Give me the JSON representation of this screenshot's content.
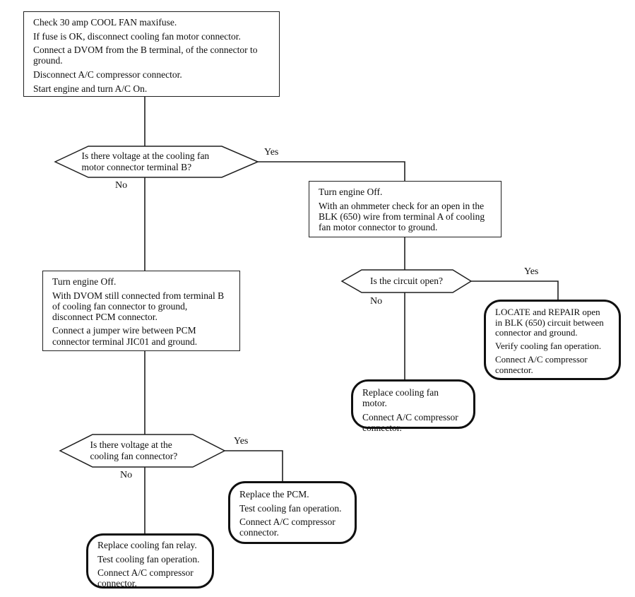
{
  "diagram": {
    "kind": "diagnostic-flowchart",
    "colors": {
      "background": "#ffffff",
      "line": "#1f1f1f",
      "text": "#0e0e0e"
    },
    "nodes": {
      "start": {
        "type": "process",
        "lines": [
          "Check 30 amp COOL FAN maxifuse.",
          "If fuse is OK, disconnect cooling fan motor connector.",
          "Connect a DVOM from the B terminal, of the connector to ground.",
          "Disconnect A/C compressor connector.",
          "Start engine and turn A/C On."
        ]
      },
      "decision_voltage_terminal_b": {
        "type": "decision",
        "question": "Is there voltage at the cooling fan motor connector terminal B?",
        "yes_label": "Yes",
        "no_label": "No"
      },
      "ohmmeter_check": {
        "type": "process",
        "lines": [
          "Turn engine Off.",
          "With an ohmmeter check for an open in the BLK (650) wire from terminal A of cooling fan motor connector to ground."
        ]
      },
      "decision_circuit_open": {
        "type": "decision",
        "question": "Is the circuit open?",
        "yes_label": "Yes",
        "no_label": "No"
      },
      "locate_repair": {
        "type": "terminal",
        "lines": [
          "LOCATE and REPAIR open in BLK (650) circuit between connector and ground.",
          "Verify cooling fan operation.",
          "Connect A/C compressor connector."
        ]
      },
      "replace_motor": {
        "type": "terminal",
        "lines": [
          "Replace cooling fan motor.",
          "Connect A/C compressor connector."
        ]
      },
      "jumper_test": {
        "type": "process",
        "lines": [
          "Turn engine Off.",
          "With DVOM still connected from terminal B of cooling fan connector to ground, disconnect PCM connector.",
          "Connect a jumper wire between PCM connector terminal JIC01 and ground."
        ]
      },
      "decision_voltage_fan_connector": {
        "type": "decision",
        "question": "Is there voltage at the cooling fan connector?",
        "yes_label": "Yes",
        "no_label": "No"
      },
      "replace_pcm": {
        "type": "terminal",
        "lines": [
          "Replace the PCM.",
          "Test cooling fan operation.",
          "Connect A/C compressor connector."
        ]
      },
      "replace_relay": {
        "type": "terminal",
        "lines": [
          "Replace cooling fan relay.",
          "Test cooling fan operation.",
          "Connect A/C compressor connector."
        ]
      }
    }
  }
}
